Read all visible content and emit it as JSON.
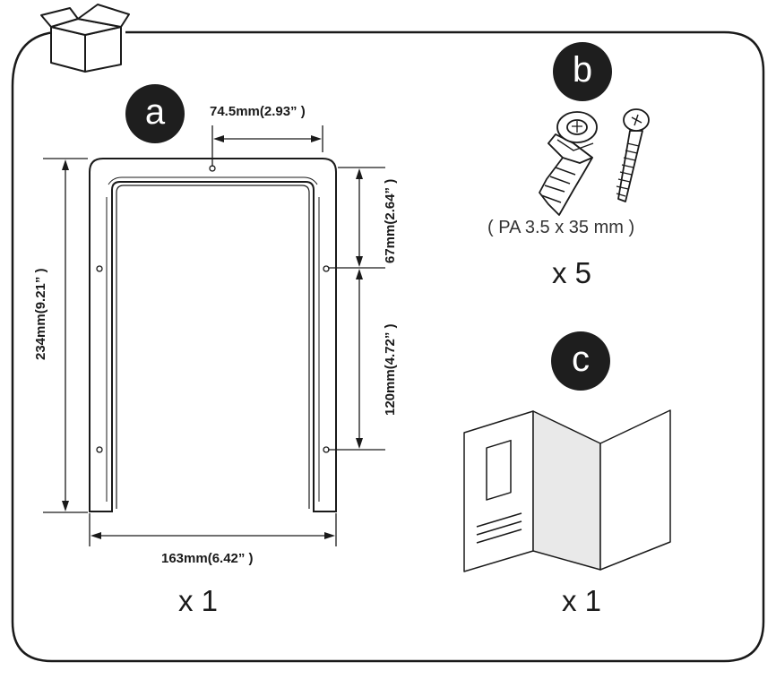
{
  "part_a": {
    "badge": "a",
    "dim_top": "74.5mm(2.93” )",
    "dim_left": "234mm(9.21” )",
    "dim_right_upper": "67mm(2.64” )",
    "dim_right_lower": "120mm(4.72” )",
    "dim_bottom": "163mm(6.42” )",
    "quantity": "x 1"
  },
  "part_b": {
    "badge": "b",
    "spec": "( PA 3.5 x 35 mm )",
    "quantity": "x 5"
  },
  "part_c": {
    "badge": "c",
    "quantity": "x 1"
  },
  "icons": [
    "box-icon",
    "wall-plug-icon",
    "screw-icon",
    "manual-icon"
  ]
}
